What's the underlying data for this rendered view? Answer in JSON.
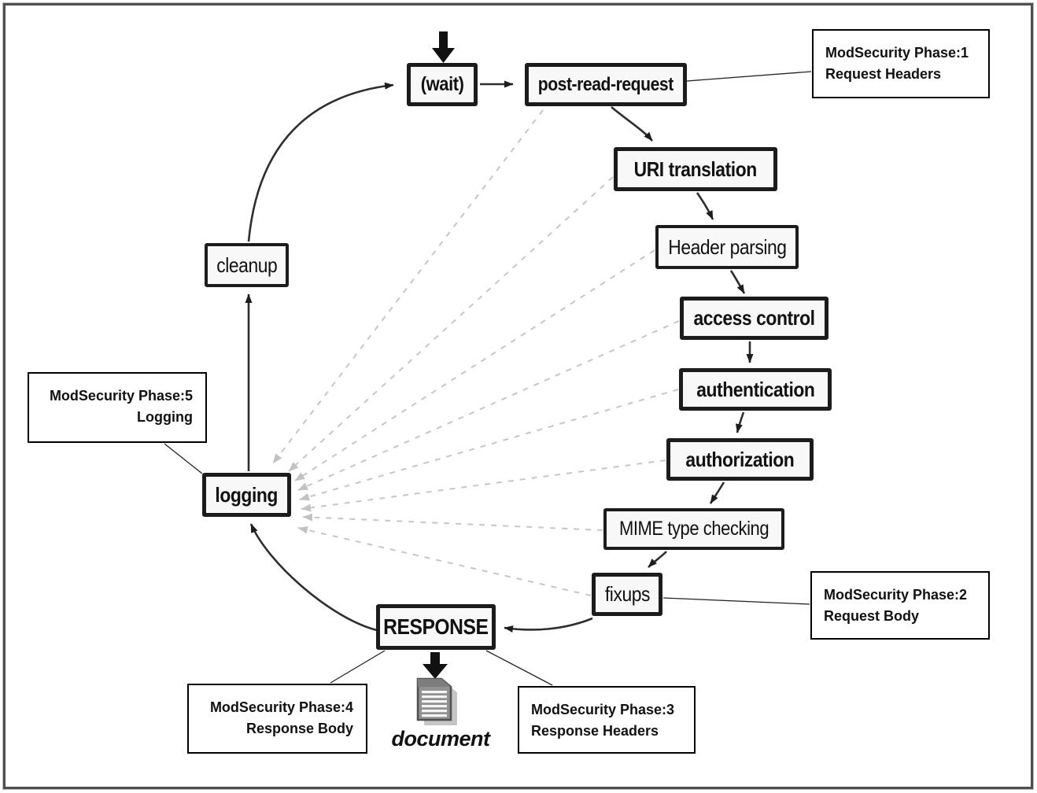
{
  "colors": {
    "node_fill": "#f8f8f8",
    "node_border": "#1c1c1c",
    "annotation_border": "#000000",
    "flow_arrow": "#2e2e2e",
    "dashed_line": "#c6c6c6",
    "document_gray": "#919191",
    "document_shadow": "#c5c5c5"
  },
  "nodes": {
    "wait": "(wait)",
    "post_read_request": "post-read-request",
    "uri_translation": "URI translation",
    "header_parsing": "Header parsing",
    "access_control": "access control",
    "authentication": "authentication",
    "authorization": "authorization",
    "mime_type_checking": "MIME type checking",
    "fixups": "fixups",
    "response": "RESPONSE",
    "logging": "logging",
    "cleanup": "cleanup",
    "document": "document"
  },
  "annotations": {
    "phase1": {
      "line1": "ModSecurity Phase:1",
      "line2": "Request Headers"
    },
    "phase2": {
      "line1": "ModSecurity Phase:2",
      "line2": "Request Body"
    },
    "phase3": {
      "line1": "ModSecurity Phase:3",
      "line2": "Response Headers"
    },
    "phase4": {
      "line1": "ModSecurity Phase:4",
      "line2": "Response Body"
    },
    "phase5": {
      "line1": "ModSecurity Phase:5",
      "line2": "Logging"
    }
  }
}
